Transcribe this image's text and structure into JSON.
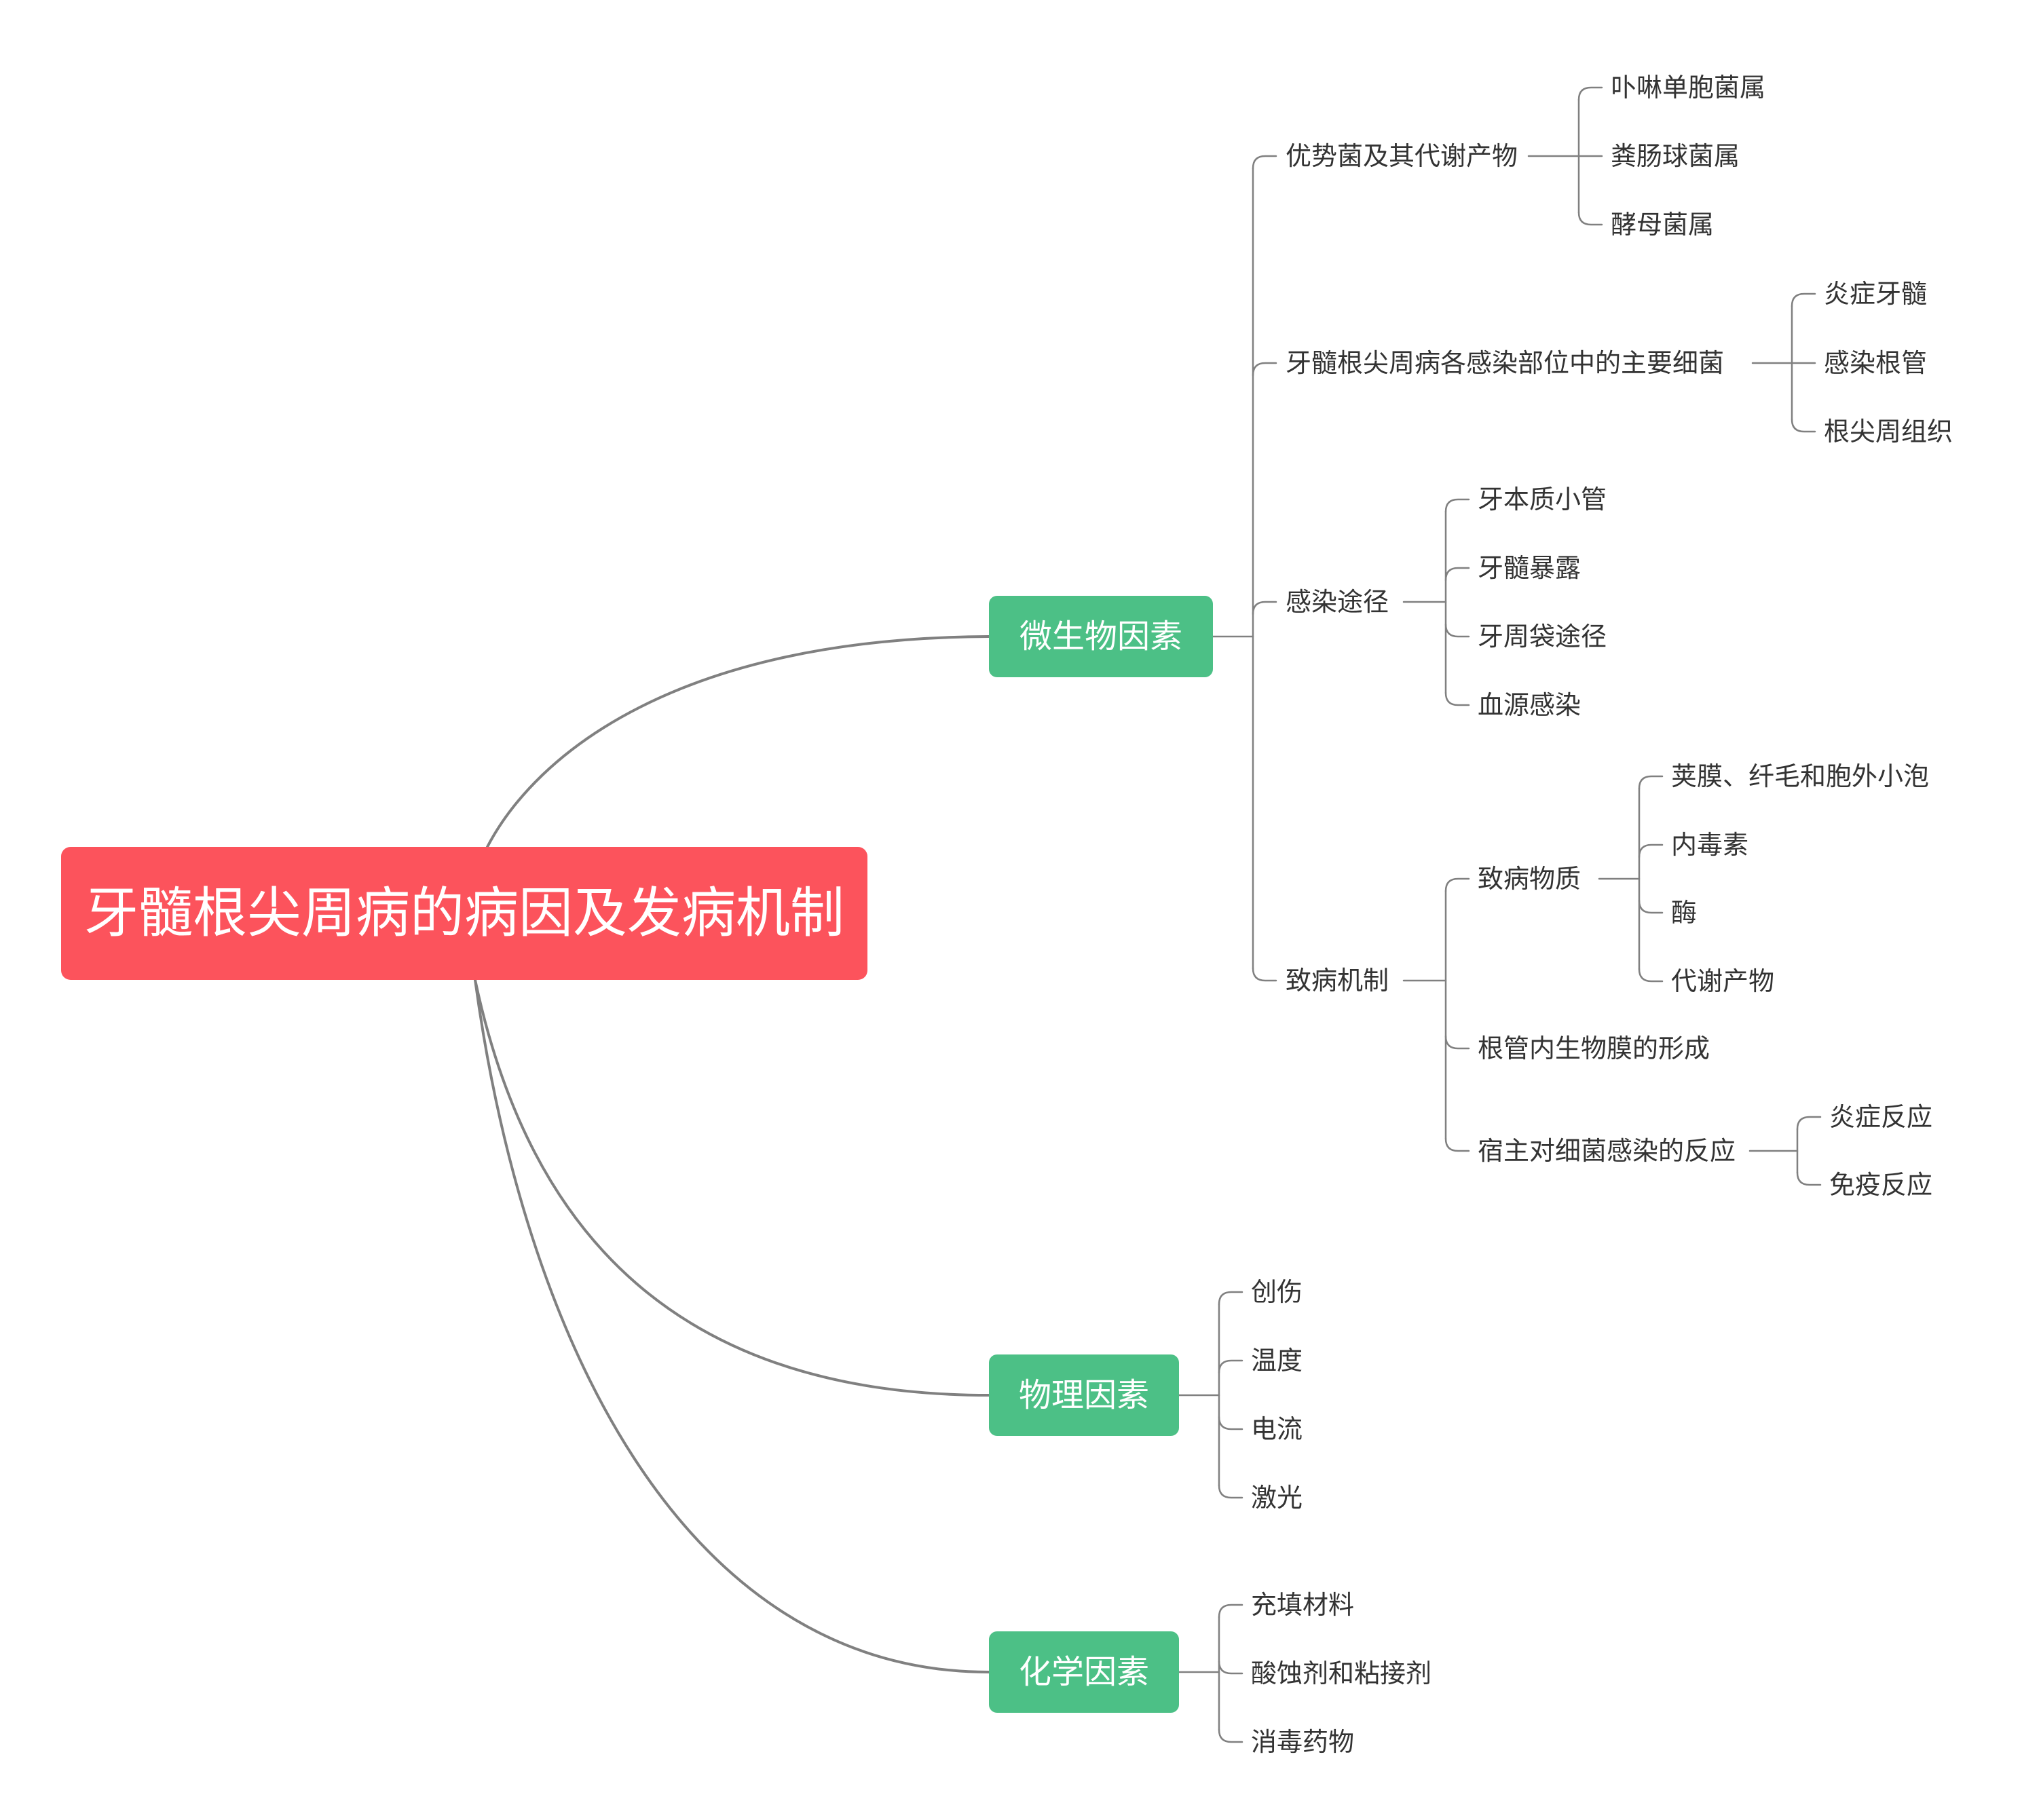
{
  "central": {
    "label": "牙髓根尖周病的病因及发病机制"
  },
  "branches": {
    "micro": {
      "label": "微生物因素",
      "children": {
        "dominant": {
          "label": "优势菌及其代谢产物",
          "children": [
            "卟啉单胞菌属",
            "粪肠球菌属",
            "酵母菌属"
          ]
        },
        "main_bacteria": {
          "label": "牙髓根尖周病各感染部位中的主要细菌",
          "children": [
            "炎症牙髓",
            "感染根管",
            "根尖周组织"
          ]
        },
        "route": {
          "label": "感染途径",
          "children": [
            "牙本质小管",
            "牙髓暴露",
            "牙周袋途径",
            "血源感染"
          ]
        },
        "mechanism": {
          "label": "致病机制",
          "pathogenic": {
            "label": "致病物质",
            "children": [
              "荚膜、纤毛和胞外小泡",
              "内毒素",
              "酶",
              "代谢产物"
            ]
          },
          "biofilm": {
            "label": "根管内生物膜的形成"
          },
          "host": {
            "label": "宿主对细菌感染的反应",
            "children": [
              "炎症反应",
              "免疫反应"
            ]
          }
        }
      }
    },
    "physical": {
      "label": "物理因素",
      "children": [
        "创伤",
        "温度",
        "电流",
        "激光"
      ]
    },
    "chemical": {
      "label": "化学因素",
      "children": [
        "充填材料",
        "酸蚀剂和粘接剂",
        "消毒药物"
      ]
    }
  },
  "colors": {
    "central": "#fc535c",
    "main": "#4cc086",
    "line": "#808080",
    "text": "#333333"
  }
}
